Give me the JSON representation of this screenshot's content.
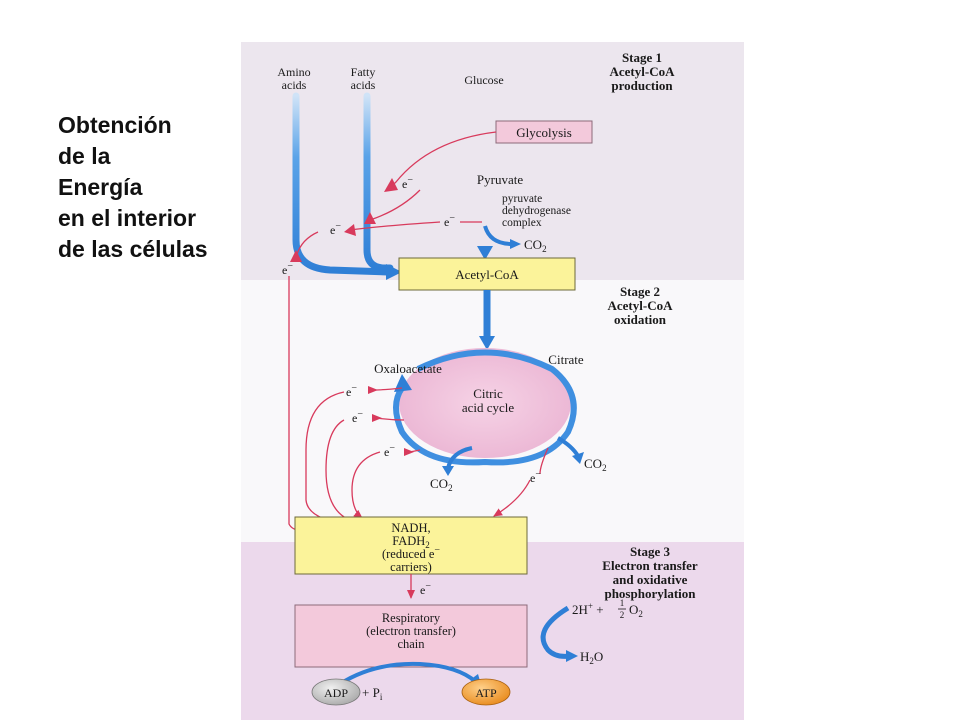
{
  "side_title": {
    "lines": [
      "Obtención",
      "de la",
      "Energía",
      "en el interior",
      "de las células"
    ]
  },
  "stages": {
    "stage1": [
      "Stage 1",
      "Acetyl-CoA",
      "production"
    ],
    "stage2": [
      "Stage 2",
      "Acetyl-CoA",
      "oxidation"
    ],
    "stage3": [
      "Stage 3",
      "Electron transfer",
      "and oxidative",
      "phosphorylation"
    ]
  },
  "inputs": {
    "amino": [
      "Amino",
      "acids"
    ],
    "fatty": [
      "Fatty",
      "acids"
    ],
    "glucose": "Glucose"
  },
  "labels": {
    "glycolysis": "Glycolysis",
    "pyruvate": "Pyruvate",
    "pdh": [
      "pyruvate",
      "dehydrogenase",
      "complex"
    ],
    "co2": "CO",
    "co2_sub": "2",
    "acetyl_coa": "Acetyl-CoA",
    "oxaloacetate": "Oxaloacetate",
    "citrate": "Citrate",
    "cycle": [
      "Citric",
      "acid cycle"
    ],
    "electron": "e",
    "minus": "−",
    "carriers": {
      "line1": "NADH,",
      "fadh": "FADH",
      "fadh_sub": "2",
      "line3": "(reduced e",
      "line4": "carriers)"
    },
    "chain": [
      "Respiratory",
      "(electron transfer)",
      "chain"
    ],
    "o2_part": {
      "h": "2H",
      "plus_sign": "+",
      "plus": " + ",
      "half_num": "1",
      "half_den": "2",
      "o": "O",
      "o_sub": "2"
    },
    "h2o": {
      "h": "H",
      "sub": "2",
      "o": "O"
    },
    "adp": "ADP",
    "pi": " + P",
    "pi_sub": "i",
    "atp": "ATP"
  },
  "colors": {
    "stage1_bg": "#ece6ee",
    "stage2_bg": "#fafafa",
    "stage3_bg": "#ecd9ec",
    "blue_arrow": "#3f8fe0",
    "red_arrow": "#d83a5c",
    "yellow_box": "#fbf39a",
    "pink_box": "#f3c9db",
    "cycle_fill": "#f2c4dc",
    "atp": "#f2a23a",
    "adp": "#c8c8c8"
  }
}
